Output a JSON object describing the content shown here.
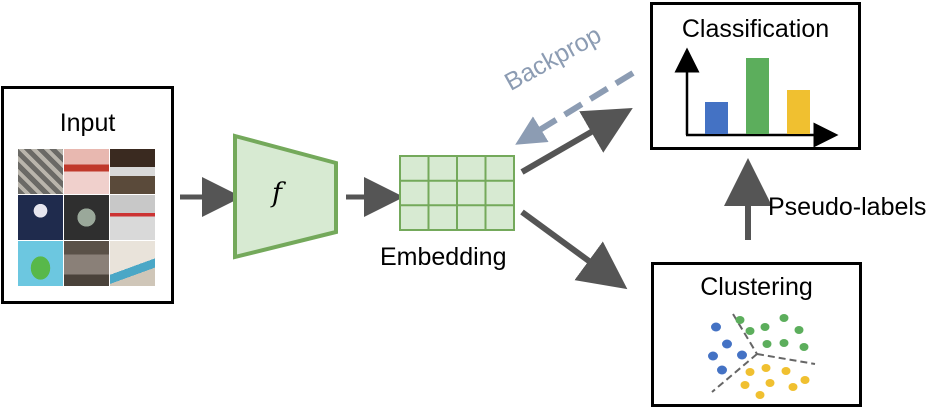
{
  "input": {
    "title": "Input"
  },
  "encoder": {
    "symbol": "f"
  },
  "embedding": {
    "label": "Embedding",
    "rows": 3,
    "cols": 4
  },
  "classification": {
    "title": "Classification",
    "bars": [
      {
        "value": 0.4,
        "color": "#4472c4"
      },
      {
        "value": 0.95,
        "color": "#5cae5c"
      },
      {
        "value": 0.55,
        "color": "#f0c030"
      }
    ]
  },
  "clustering": {
    "title": "Clustering",
    "colors": {
      "blue": "#4472c4",
      "green": "#5cae5c",
      "yellow": "#f0c030"
    }
  },
  "arrows": {
    "backprop": "Backprop",
    "pseudo_labels": "Pseudo-labels"
  },
  "colors": {
    "encoder_fill": "#d7ead2",
    "encoder_stroke": "#74a95b",
    "arrow": "#555555",
    "backprop": "#8c9cb3"
  }
}
